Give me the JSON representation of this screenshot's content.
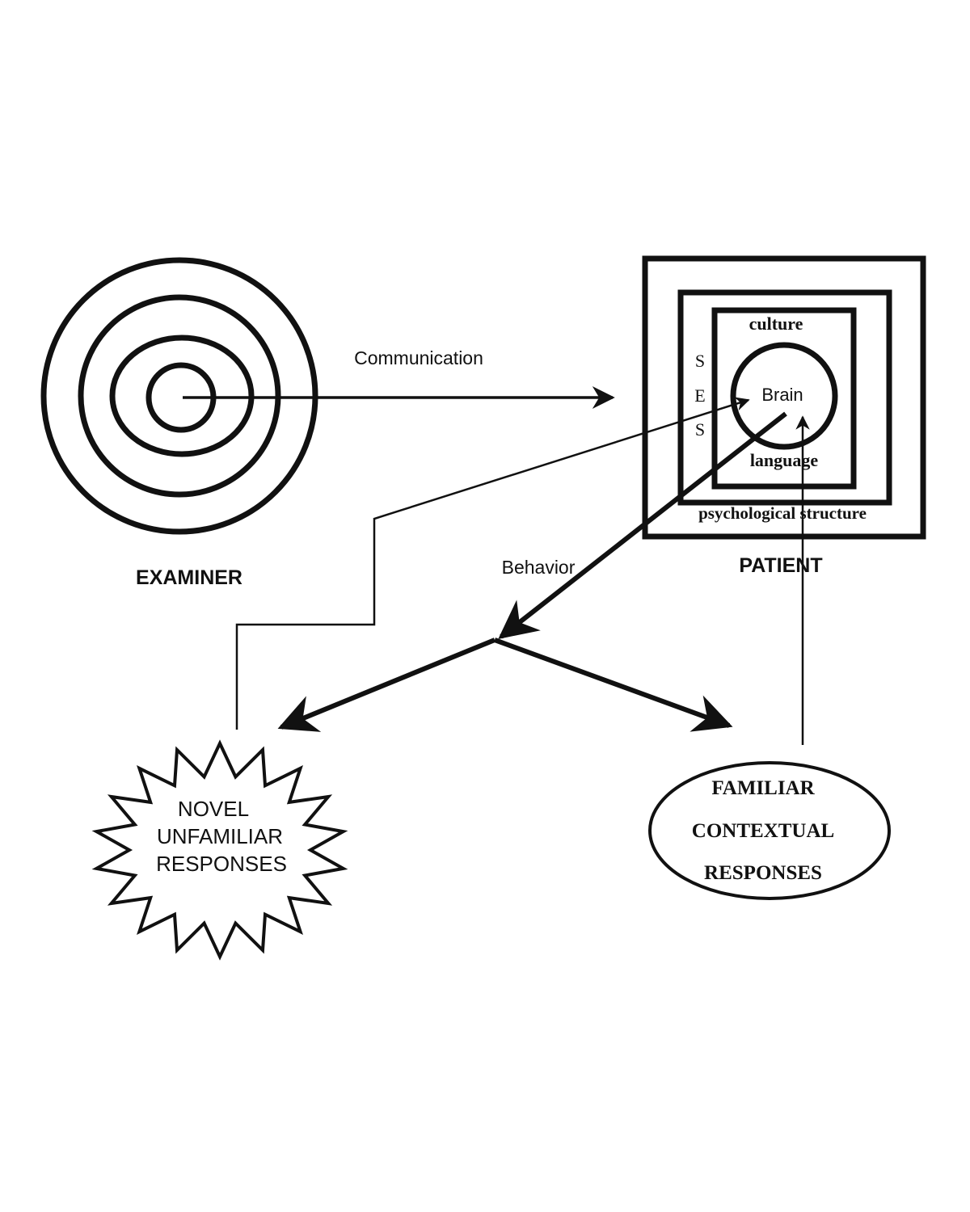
{
  "diagram": {
    "colors": {
      "ink": "#111111",
      "background": "#ffffff"
    },
    "examiner": {
      "label": "EXAMINER"
    },
    "patient": {
      "label": "PATIENT",
      "core": "Brain",
      "layers": {
        "culture": "culture",
        "language": "language",
        "ses": [
          "S",
          "E",
          "S"
        ],
        "psychological": "psychological structure"
      }
    },
    "arrows": {
      "communication": "Communication",
      "behavior": "Behavior"
    },
    "outcomes": {
      "novel": [
        "NOVEL",
        "UNFAMILIAR",
        "RESPONSES"
      ],
      "familiar": [
        "FAMILIAR",
        "CONTEXTUAL",
        "RESPONSES"
      ]
    }
  }
}
